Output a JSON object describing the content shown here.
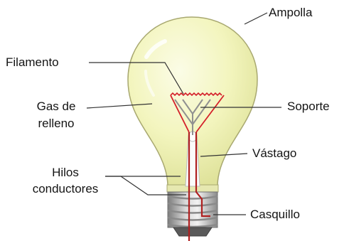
{
  "diagram": {
    "labels": {
      "ampolla": "Ampolla",
      "filamento": "Filamento",
      "gas_line1": "Gas de",
      "gas_line2": "relleno",
      "soporte": "Soporte",
      "vastago": "Vástago",
      "hilos_line1": "Hilos",
      "hilos_line2": "conductores",
      "casquillo": "Casquillo"
    },
    "colors": {
      "bulb_fill": "#f4f6c2",
      "bulb_stroke": "#a8a870",
      "filament": "#d4202a",
      "wire_red": "#b02020",
      "stem": "#f0f0f0",
      "base_gray": "#9a9a9a",
      "leader": "#333333"
    }
  }
}
